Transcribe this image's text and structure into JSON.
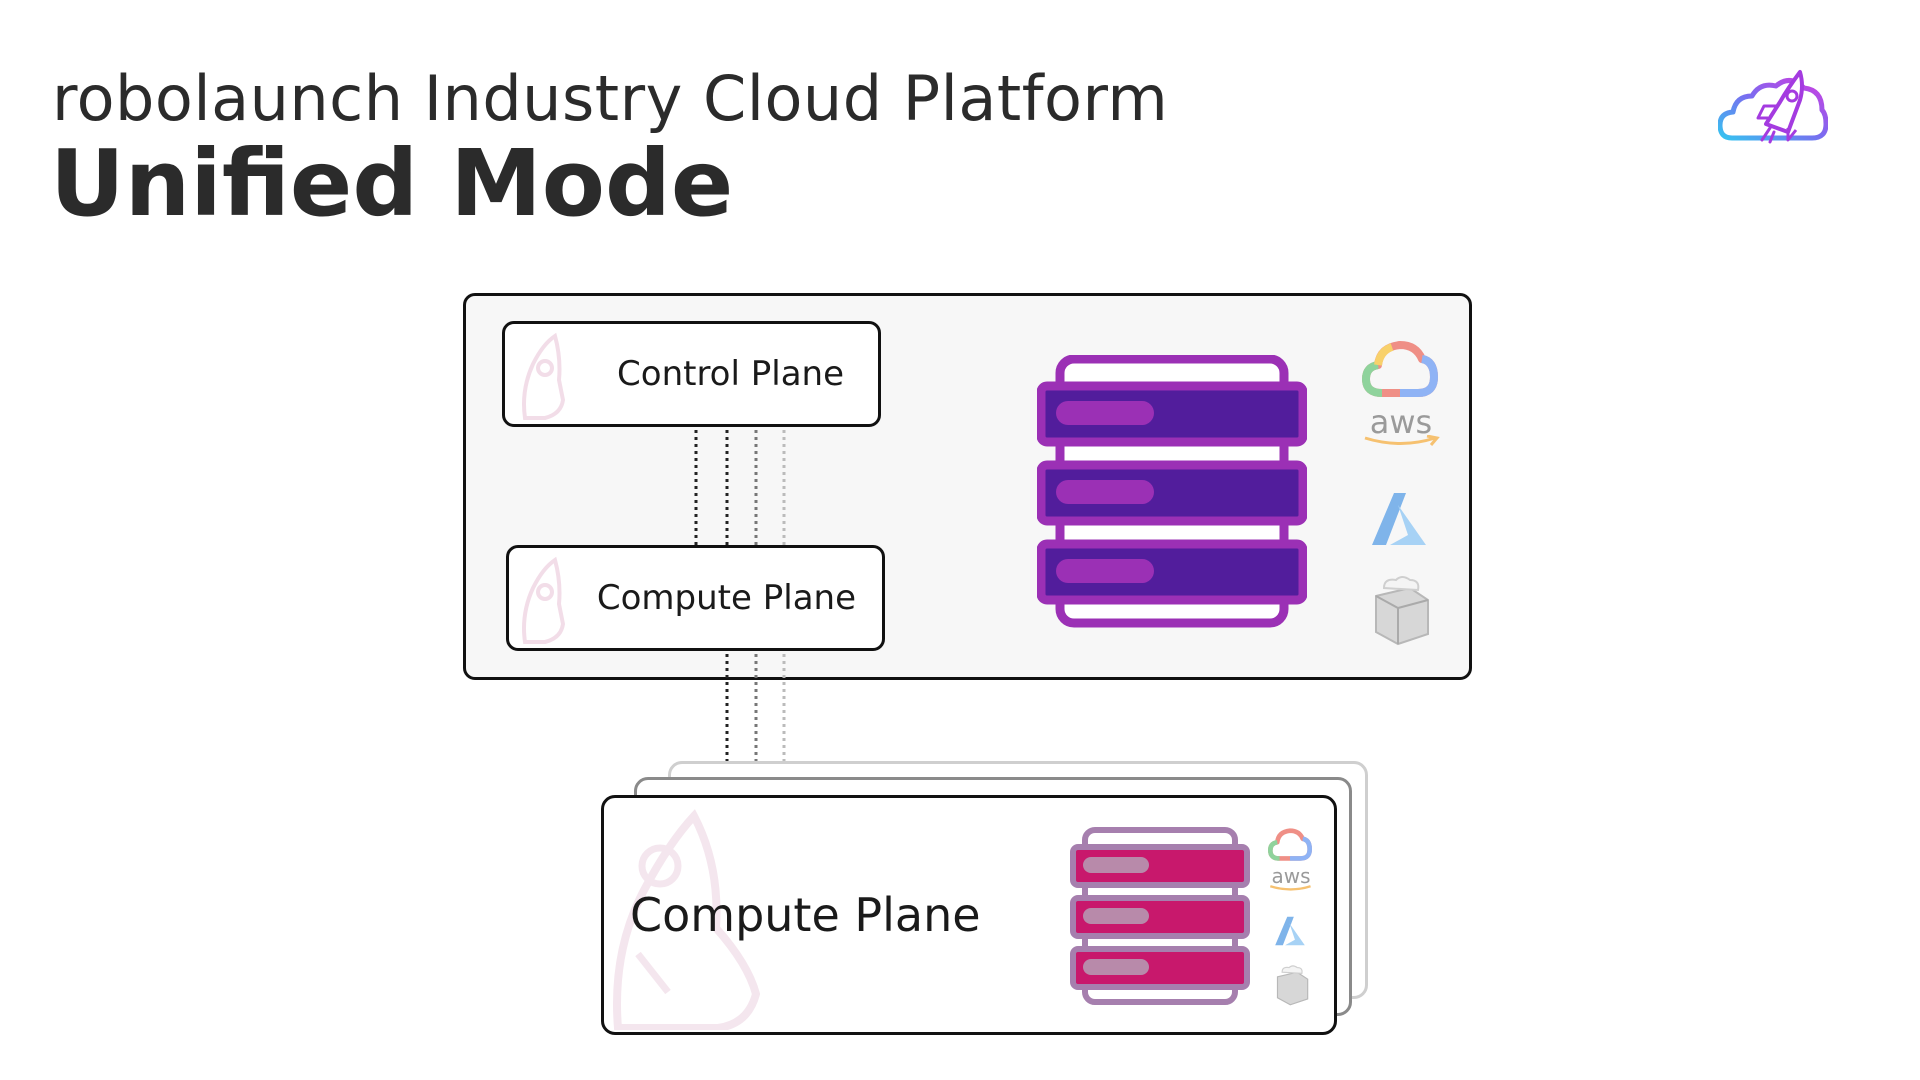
{
  "header": {
    "subtitle": "robolaunch Industry Cloud Platform",
    "title": "Unified Mode"
  },
  "logo": {
    "icon": "rocket-cloud-logo"
  },
  "control_plane_box": {
    "label": "Control Plane",
    "watermark_icon": "rocket-icon"
  },
  "compute_plane_box": {
    "label": "Compute Plane",
    "watermark_icon": "rocket-icon"
  },
  "remote_compute_plane": {
    "label": "Compute Plane",
    "watermark_icon": "rocket-icon"
  },
  "providers": [
    "google-cloud-icon",
    "aws-icon",
    "azure-icon",
    "on-premise-server-icon"
  ],
  "provider_aws_text": "aws",
  "colors": {
    "server_main_outline": "#9b30b5",
    "server_main_fill": "#521d9c",
    "server_main_bar": "#9b30b5",
    "server_remote_outline": "#a67fae",
    "server_remote_fill": "#c8186c",
    "server_remote_bar": "#b88aaa",
    "outer_box_bg": "#f7f7f7"
  }
}
